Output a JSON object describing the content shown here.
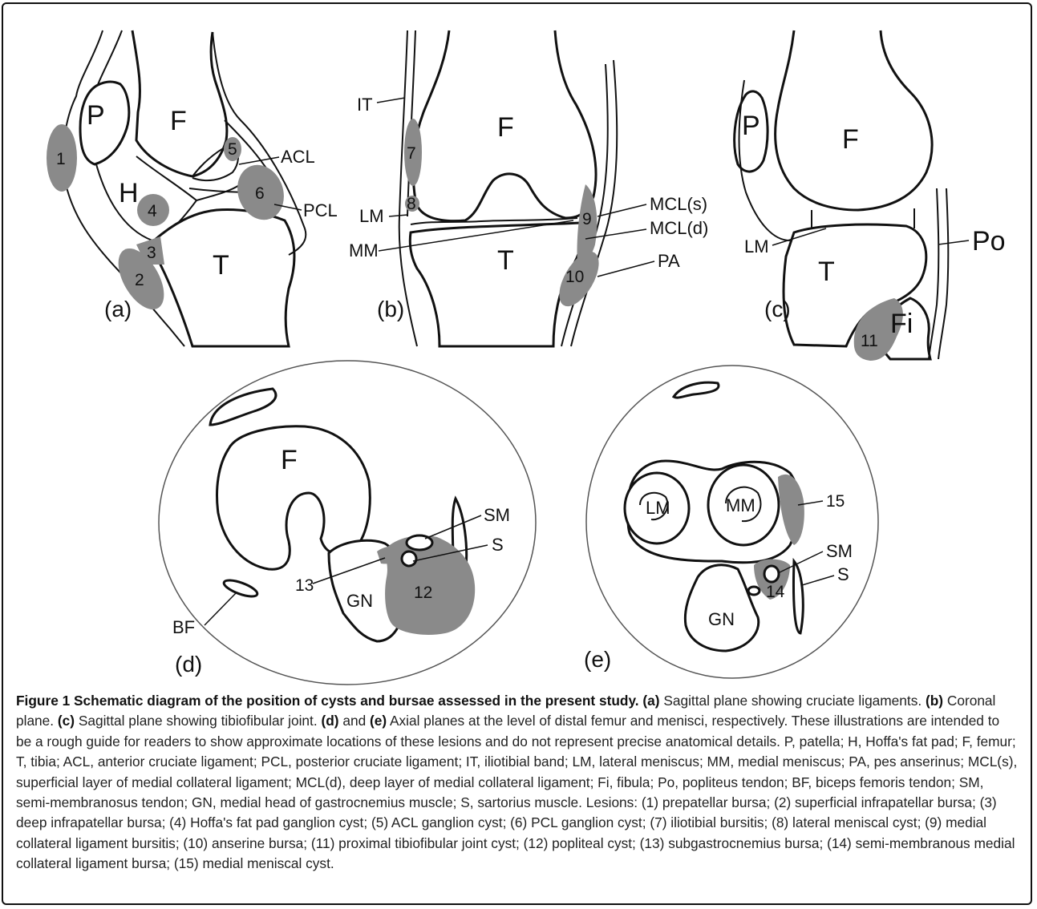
{
  "figure": {
    "panels": [
      {
        "id": "a",
        "label": "(a)",
        "texts": {
          "P": "P",
          "F": "F",
          "H": "H",
          "T": "T",
          "ACL": "ACL",
          "PCL": "PCL"
        },
        "lesions": [
          "1",
          "2",
          "3",
          "4",
          "5",
          "6"
        ]
      },
      {
        "id": "b",
        "label": "(b)",
        "texts": {
          "IT": "IT",
          "F": "F",
          "LM": "LM",
          "MM": "MM",
          "T": "T",
          "MCLs": "MCL(s)",
          "MCLd": "MCL(d)",
          "PA": "PA"
        },
        "lesions": [
          "7",
          "8",
          "9",
          "10"
        ]
      },
      {
        "id": "c",
        "label": "(c)",
        "texts": {
          "P": "P",
          "F": "F",
          "LM": "LM",
          "T": "T",
          "Po": "Po",
          "Fi": "Fi"
        },
        "lesions": [
          "11"
        ]
      },
      {
        "id": "d",
        "label": "(d)",
        "texts": {
          "F": "F",
          "SM": "SM",
          "S": "S",
          "BF": "BF",
          "GN": "GN"
        },
        "lesions": [
          "12",
          "13"
        ]
      },
      {
        "id": "e",
        "label": "(e)",
        "texts": {
          "LM": "LM",
          "MM": "MM",
          "SM": "SM",
          "S": "S",
          "GN": "GN"
        },
        "lesions": [
          "14",
          "15"
        ]
      }
    ],
    "colors": {
      "lesion": "#8a8a8a",
      "line": "#111111"
    }
  },
  "caption": {
    "title": "Figure 1 Schematic diagram of the position of cysts and bursae assessed in the present study",
    "parts": [
      {
        "tag": "(a)",
        "text": "Sagittal plane showing cruciate ligaments."
      },
      {
        "tag": "(b)",
        "text": "Coronal plane."
      },
      {
        "tag": "(c)",
        "text": "Sagittal plane showing tibiofibular joint."
      },
      {
        "tag": "(d)",
        "text": "and"
      },
      {
        "tag": "(e)",
        "text": "Axial planes at the level of distal femur and menisci, respectively. These illustrations are intended to be a rough guide for readers to show approximate locations of these lesions and do not represent precise anatomical details. P, patella; H, Hoffa's fat pad; F, femur; T, tibia; ACL, anterior cruciate ligament; PCL, posterior cruciate ligament; IT, iliotibial band; LM, lateral meniscus; MM, medial meniscus; PA, pes anserinus; MCL(s), superficial layer of medial collateral ligament; MCL(d), deep layer of medial collateral ligament; Fi, fibula; Po, popliteus tendon; BF, biceps femoris tendon; SM, semi-membranosus tendon; GN, medial head of gastrocnemius muscle; S, sartorius muscle. Lesions: (1) prepatellar bursa; (2) superficial infrapatellar bursa; (3) deep infrapatellar bursa; (4) Hoffa's fat pad ganglion cyst; (5) ACL ganglion cyst; (6) PCL ganglion cyst; (7) iliotibial bursitis; (8) lateral meniscal cyst; (9) medial collateral ligament bursitis; (10) anserine bursa; (11) proximal tibiofibular joint cyst; (12) popliteal cyst; (13) subgastrocnemius bursa; (14) semi-membranous medial collateral ligament bursa; (15) medial meniscal cyst."
      }
    ]
  }
}
